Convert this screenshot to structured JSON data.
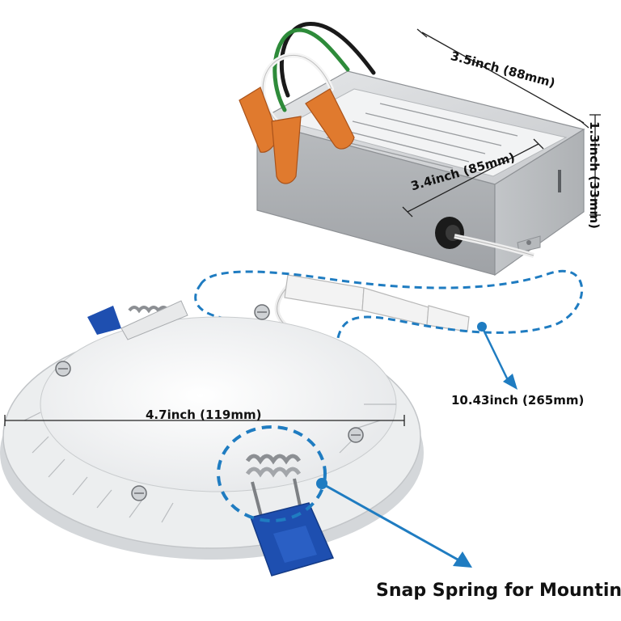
{
  "labels": {
    "box_length": "3.5inch (88mm)",
    "box_width": "3.4inch (85mm)",
    "box_height": "1.3inch (33mm)",
    "panel_diameter": "4.7inch (119mm)",
    "cable_length": "10.43inch (265mm)",
    "spring_callout": "Snap Spring for Mounting"
  },
  "colors": {
    "highlight": "#1f7cc1",
    "spring_clip": "#1e4fb0",
    "wire_nut": "#e07a2e",
    "box_metal": "#c9cbcd",
    "panel": "#f4f5f6"
  }
}
